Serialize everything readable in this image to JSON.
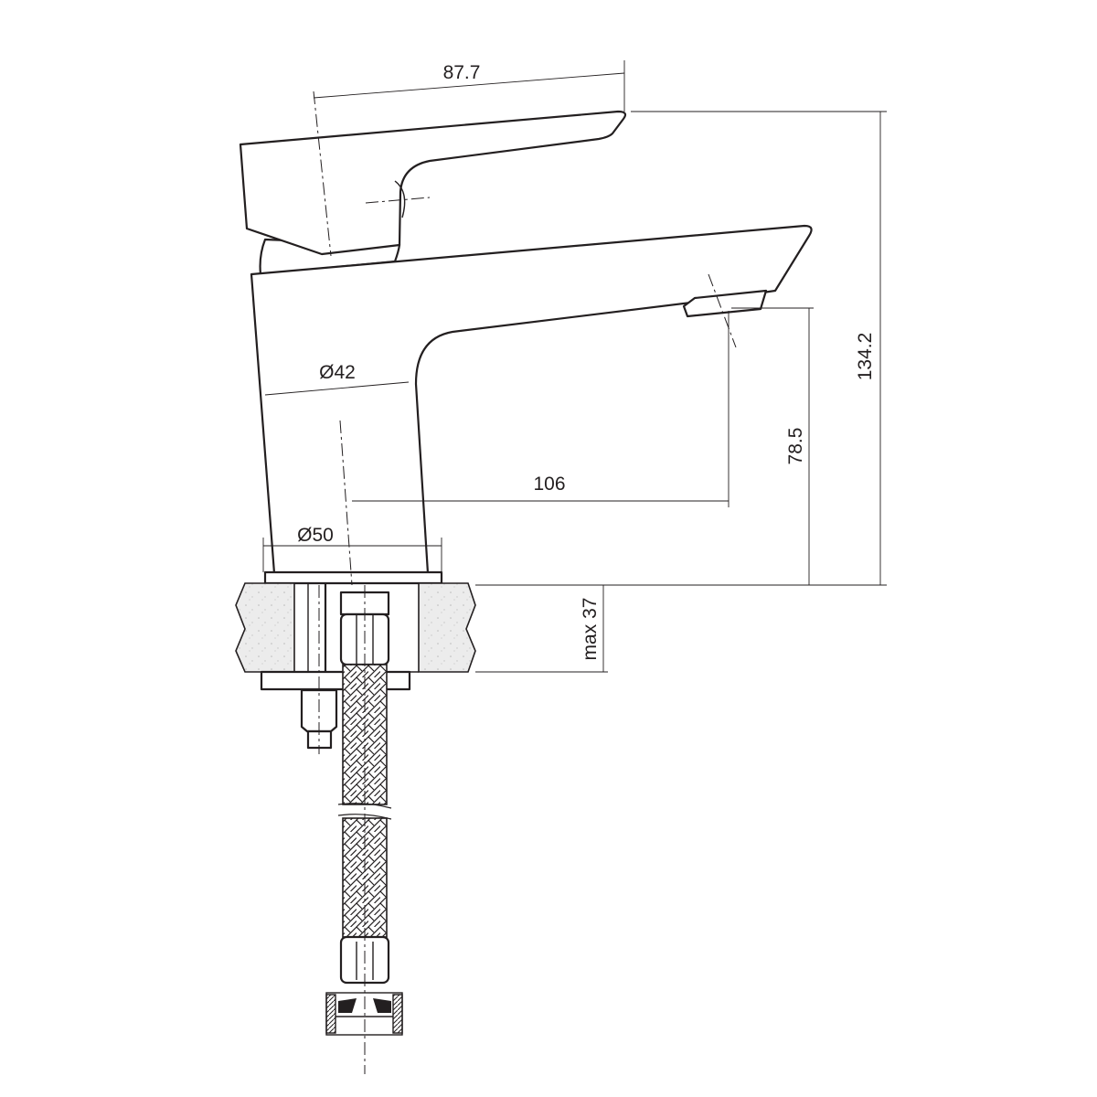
{
  "drawing": {
    "title": "Basin mixer faucet dimensional drawing",
    "dimensions": {
      "handle_reach": "87.7",
      "total_height": "134.2",
      "spout_height": "78.5",
      "spout_reach": "106",
      "body_diameter": "Ø42",
      "base_diameter": "Ø50",
      "countertop_thickness": "max 37"
    },
    "colors": {
      "line": "#231f20",
      "stone": "#e6e6e6",
      "background": "#ffffff"
    }
  }
}
